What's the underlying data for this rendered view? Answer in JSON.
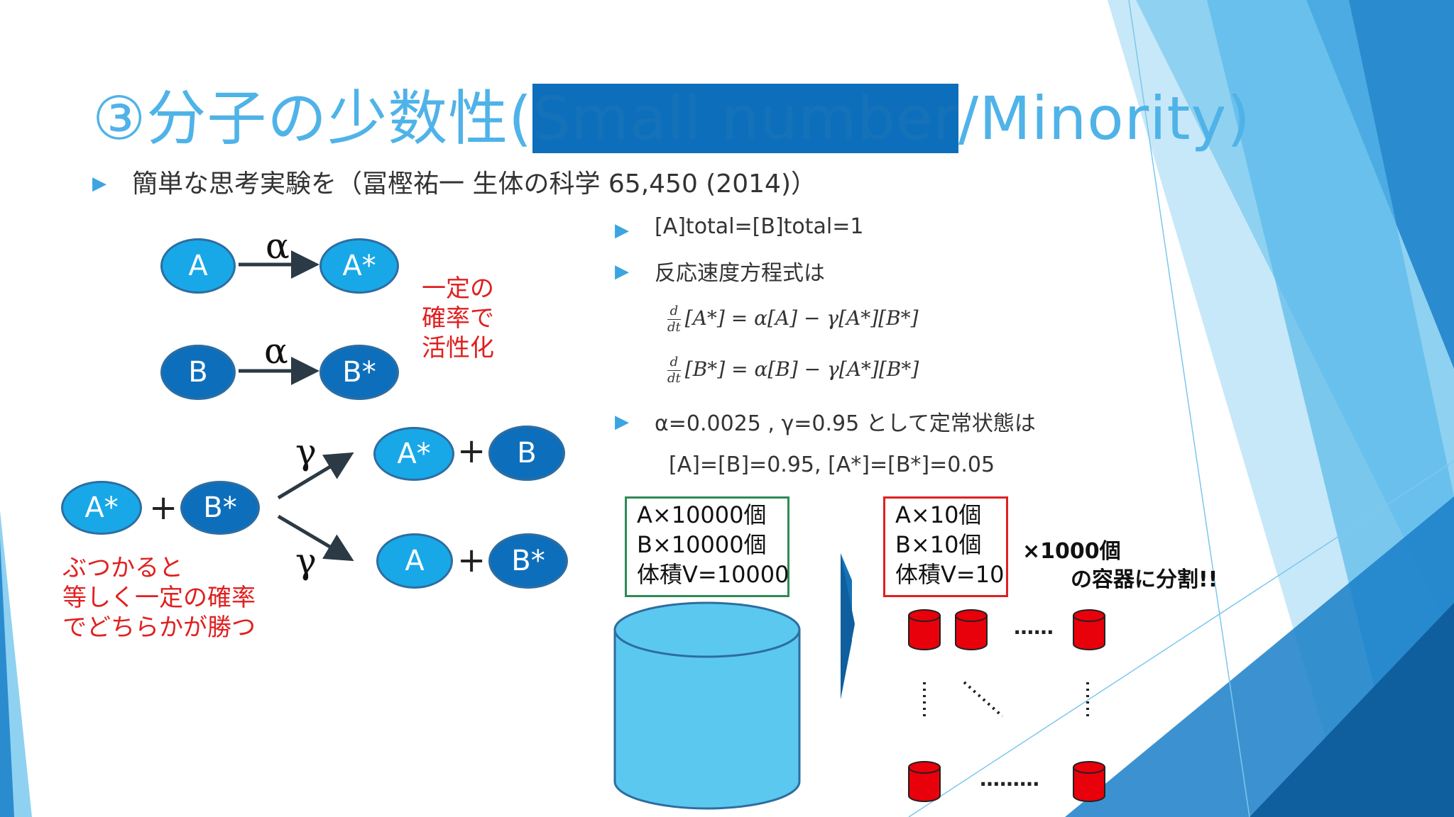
{
  "title": {
    "part1": "③分子の少数性(",
    "part2": "Small number",
    "part3": "/Minority)"
  },
  "intro": "簡単な思考実験を（冨樫祐一 生体の科学 65,450 (2014)）",
  "nodes": {
    "A": "A",
    "A_star": "A*",
    "B": "B",
    "B_star": "B*"
  },
  "rates": {
    "alpha": "α",
    "gamma": "γ"
  },
  "plus": "+",
  "notes": {
    "activation": "一定の\n確率で\n活性化",
    "collision": "ぶつかると\n等しく一定の確率\nでどちらかが勝つ"
  },
  "right_bullets": {
    "b1": "[A]total=[B]total=1",
    "b2": "反応速度方程式は",
    "b3": "α=0.0025 , γ=0.95 として定常状態は"
  },
  "equations": {
    "d": "d",
    "dt": "dt",
    "eq1": "[A*] = α[A] − γ[A*][B*]",
    "eq2": "[B*] = α[B] − γ[A*][B*]",
    "steady": "[A]=[B]=0.95, [A*]=[B*]=0.05"
  },
  "box_large": {
    "line1": "A×10000個",
    "line2": "B×10000個",
    "line3": "体積V=10000",
    "color": "#2e8b57"
  },
  "box_small": {
    "line1": "A×10個",
    "line2": "B×10個",
    "line3": "体積V=10",
    "color": "#e02020"
  },
  "split_note": {
    "line1": "×1000個",
    "line2": "の容器に分割!!"
  },
  "dots": {
    "row1": "……",
    "row2": "………"
  },
  "colors": {
    "title_light": "#4fb3e8",
    "title_dark": "#1672b8",
    "node_light": "#18a8e8",
    "node_dark": "#0d6fbc",
    "cylinder": "#5bc8ef",
    "small_container": "#e8000b",
    "note_red": "#e02020"
  }
}
